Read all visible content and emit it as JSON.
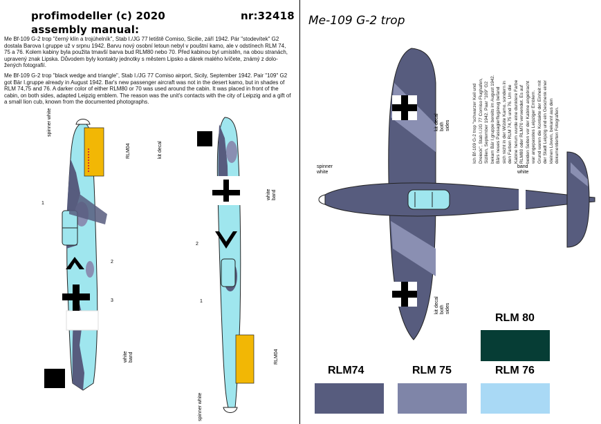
{
  "header": {
    "brand": "profimodeller (c) 2020",
    "kit_number": "nr:32418",
    "subtitle": "assembly manual:"
  },
  "text": {
    "czech": "Me Bf-109 G-2 trop \"černý klín a trojúhelník\", Stab I./JG 77 letiště Comiso, Sicilie, září 1942. Pár \"stodevítek\" G2 dostala Barova I.gruppe už v srpnu 1942. Barvu nový osobní letoun nebyl v pouštní kamo, ale v odstínech RLM 74, 75 a 76. Kolem kabiny byla použita tmavší barva bud RLM80 nebo 70. Před kabinou byl umístěn, na obou stranách, upravený znak Lipska. Důvodem byly kontakty jednotky s městem Lipsko a dárek malého lvíčete, známý z dolo-žených fotografií.",
    "english": "Me Bf-109 G-2 trop \"black wedge and triangle\", Stab I./JG 77 Comiso airport, Sicily, September 1942. Pair \"109\" G2 got Bär I.gruppe already in August 1942. Bar's new passenger aircraft was not in the desert kamo, but in shades of RLM 74,75 and 76. A darker color of either RLM80 or 70 was used around the cabin. It was placed in front of the cabin, on both sides, adapted Leipzig emblem. The reason was the unit's contacts with the city of Leipzig and a gift of a small lion cub, known from the documented photographs.",
    "german": [
      "Ich Bf-109 G-2 trop \"schwarzer Keil und",
      "Dreieck\", Stab I./JG 77 Comiso Flughafen,",
      "Sizilien, September 1942. Paar \"109\" G2",
      "bekam Bär I.gruppe bereits im August 1942.",
      "Bärs neues Passagierflugzeug befand",
      "sich nicht in der Wüste Kamo, sondern in",
      "den Farben RLM 74,75 und 76. Um die",
      "Kabine herum wurde eine dunklere Farbe",
      "RLM80 oder RLM70 verwendet. Es auf",
      "beiden Seiten vor der Kabine angebracht",
      "war angepasstes Leipziger Emblem.",
      "Grund waren die Kontakte der Einheit mit",
      "der Stadt Leipzig und ein Geschenk einer",
      "kleinen Löwen, bekannt aus den",
      "dokumentierten Fotografien."
    ]
  },
  "right_title": "Me-109 G-2 trop",
  "callouts": {
    "spinner_white": "spinner white",
    "kit_decal": "kit decal",
    "kit_decal_both_sides": "kit decal both sides",
    "white_band": "white band",
    "band_white": "band white",
    "rlm04": "RLM04",
    "num1": "1",
    "num2": "2",
    "num3": "3"
  },
  "swatches": [
    {
      "label": "RLM74",
      "color": "#575c7e"
    },
    {
      "label": "RLM 75",
      "color": "#7f85a8"
    },
    {
      "label": "RLM 76",
      "color": "#a9d9f5"
    },
    {
      "label": "RLM 80",
      "color": "#063d35"
    }
  ],
  "colors": {
    "rlm74": "#575c7e",
    "rlm75": "#8a8fb2",
    "rlm76": "#9fe6ee",
    "rlm04": "#f2b705"
  }
}
